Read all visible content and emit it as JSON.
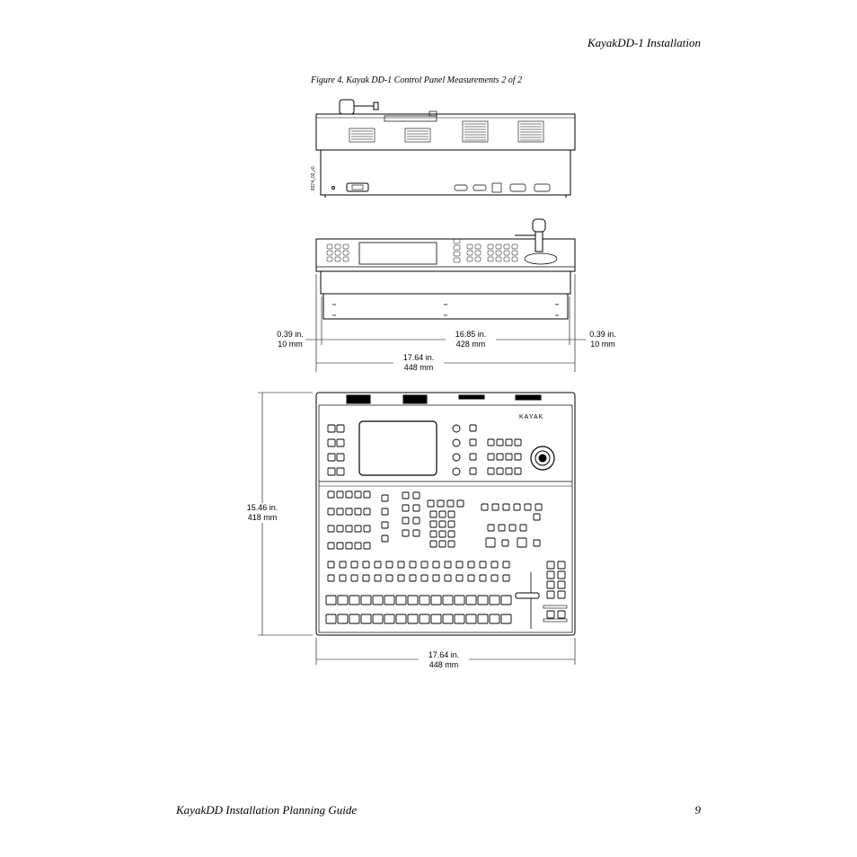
{
  "header": {
    "section": "KayakDD-1 Installation"
  },
  "figure": {
    "caption": "Figure 4.  Kayak DD-1 Control Panel Measurements 2 of 2",
    "drawing_id": "8374_02_r0",
    "brand_logo": "KAYAK"
  },
  "dimensions": {
    "left_margin_in": "0.39 in.",
    "left_margin_mm": "10 mm",
    "inner_width_in": "16.85 in.",
    "inner_width_mm": "428 mm",
    "right_margin_in": "0.39 in.",
    "right_margin_mm": "10 mm",
    "overall_width_in": "17.64 in.",
    "overall_width_mm": "448 mm",
    "depth_in": "15.46 in.",
    "depth_mm": "418 mm",
    "bottom_width_in": "17.64 in.",
    "bottom_width_mm": "448 mm"
  },
  "footer": {
    "title": "KayakDD Installation Planning Guide",
    "page": "9"
  }
}
